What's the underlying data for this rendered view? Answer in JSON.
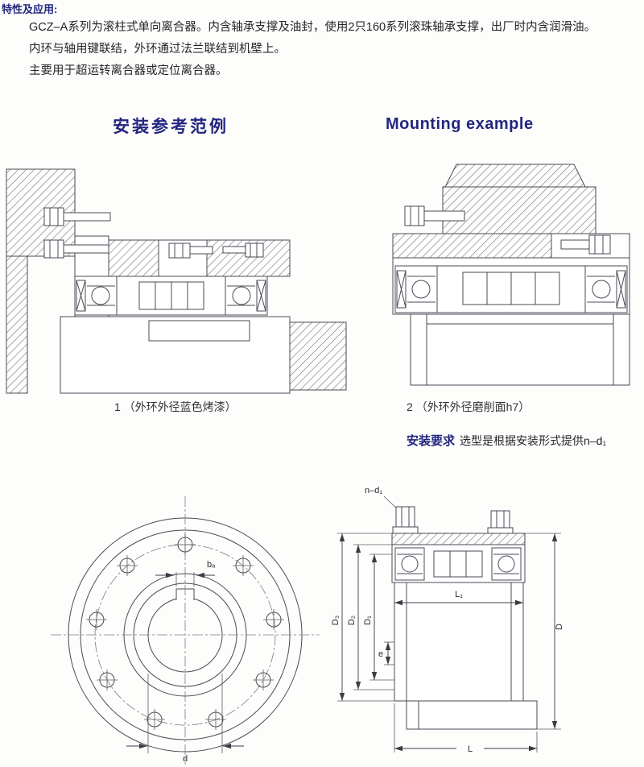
{
  "page": {
    "title": "特性及应用:",
    "intro_lines": [
      "GCZ–A系列为滚柱式单向离合器。内含轴承支撑及油封，使用2只160系列滚珠轴承支撑，出厂时内含润滑油。",
      "内环与轴用键联结，外环通过法兰联结到机壁上。",
      "主要用于超运转离合器或定位离合器。"
    ]
  },
  "figures": {
    "heading_cn": "安装参考范例",
    "heading_en": "Mounting example",
    "caption_1": "1 （外环外径蓝色烤漆）",
    "caption_2": "2 （外环外径磨削面h7）"
  },
  "note": {
    "label": "安装要求",
    "text": "选型是根据安装形式提供n–d₁"
  },
  "dims": {
    "n_d1": "n–d₁",
    "b_a": "bₐ",
    "L1": "L₁",
    "D3": "D₃",
    "D2": "D₂",
    "D1": "D₁",
    "D": "D",
    "e": "e",
    "L": "L",
    "d": "d"
  },
  "colors": {
    "heading_navy": "#23267e",
    "body_text": "#26262b",
    "drawing_line": "#4a4a55"
  }
}
